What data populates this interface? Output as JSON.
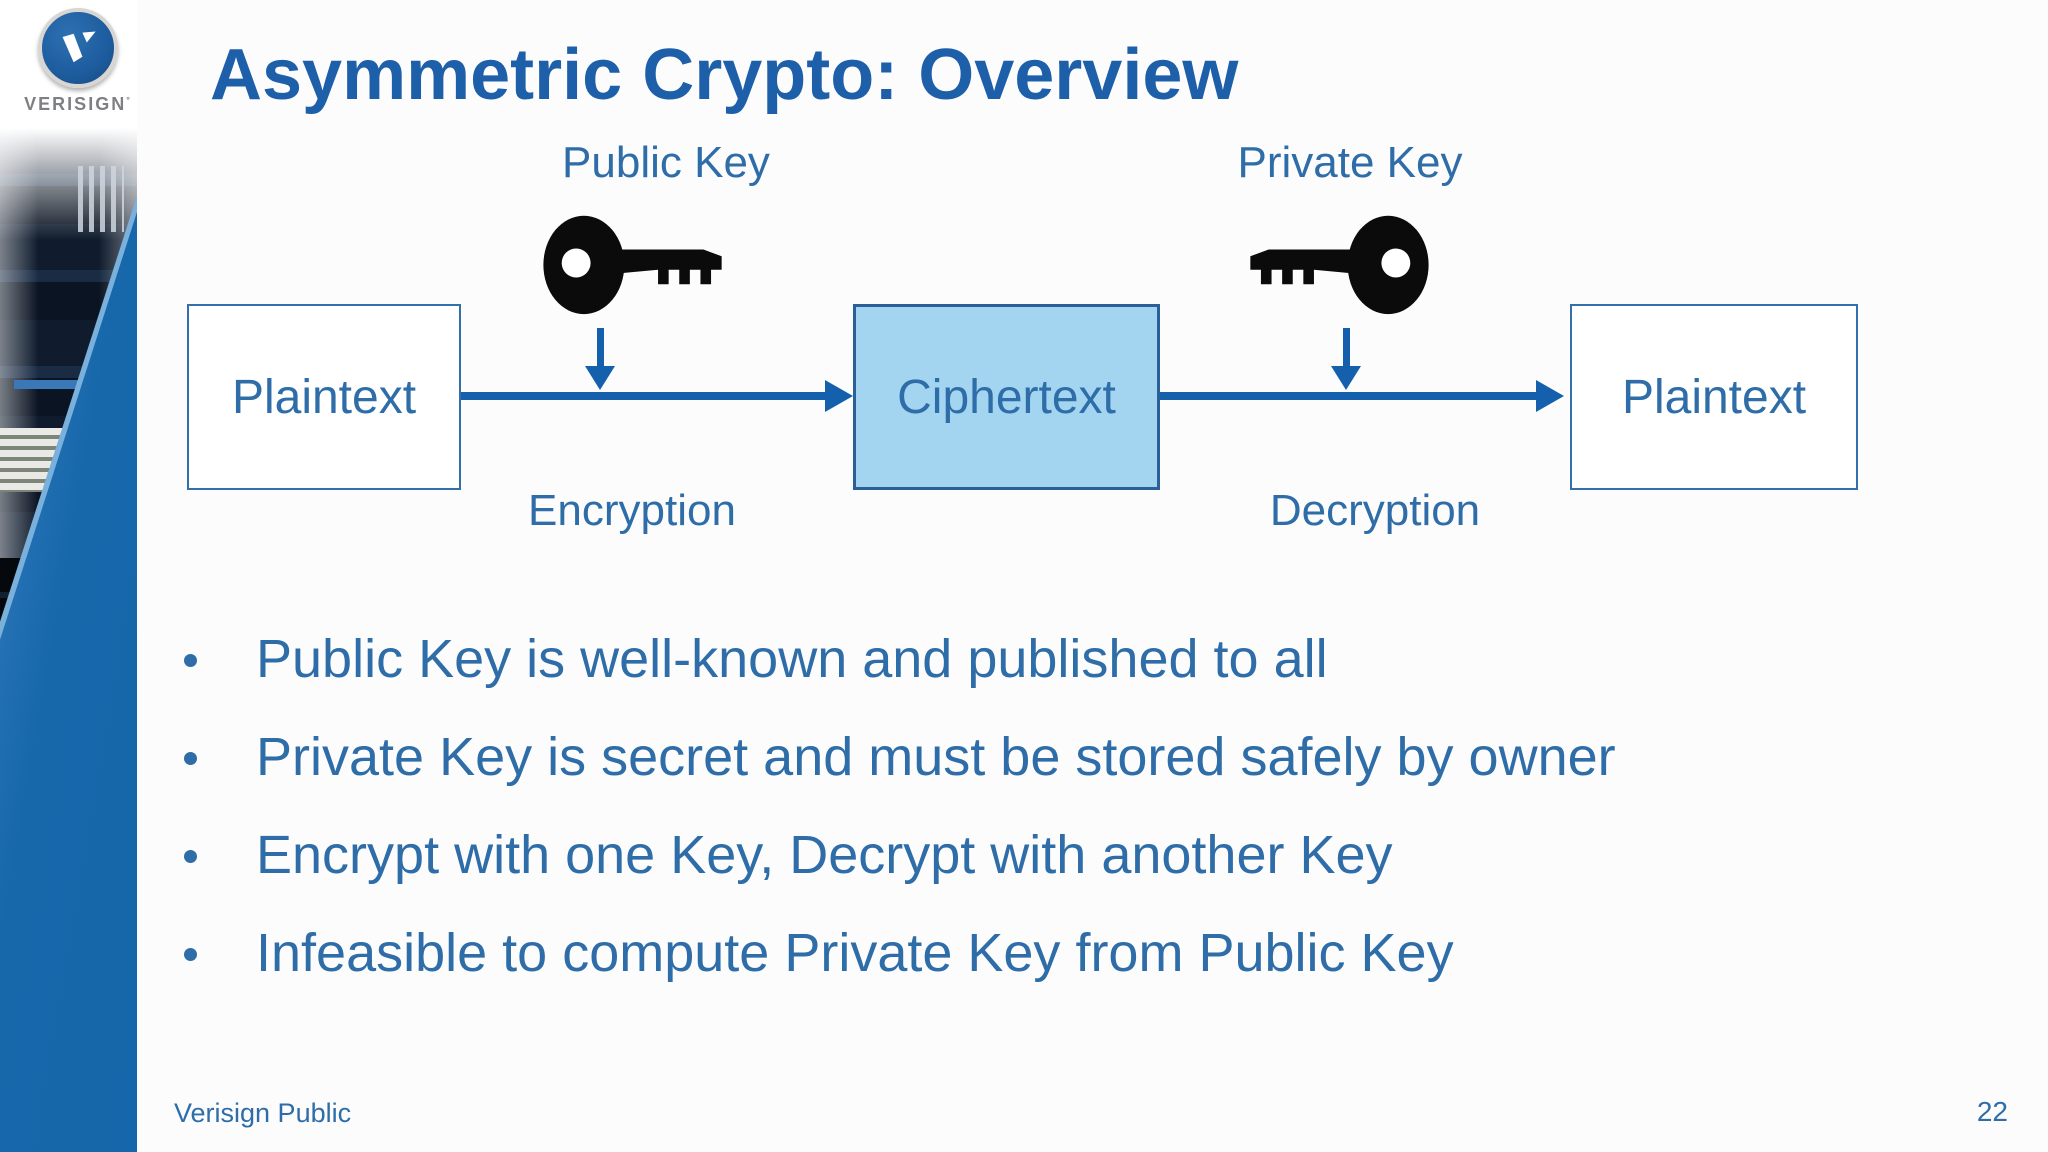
{
  "slide": {
    "title": "Asymmetric Crypto: Overview",
    "footer": "Verisign Public",
    "page_number": "22"
  },
  "logo": {
    "brand": "VERISIGN",
    "mark": "°"
  },
  "diagram": {
    "public_key_label": "Public Key",
    "private_key_label": "Private Key",
    "encryption_label": "Encryption",
    "decryption_label": "Decryption",
    "boxes": {
      "plaintext_left": "Plaintext",
      "ciphertext": "Ciphertext",
      "plaintext_right": "Plaintext"
    },
    "icons": {
      "public_key": "black key pointing right",
      "private_key": "black key pointing left (mirrored)"
    }
  },
  "bullets": {
    "items": [
      "Public Key is well-known and published to all",
      "Private Key is secret and must be stored safely by owner",
      "Encrypt with one Key, Decrypt with another Key",
      "Infeasible to compute Private Key from Public Key"
    ]
  },
  "colors": {
    "title_blue": "#1e5fa9",
    "body_blue": "#2e6da8",
    "arrow_blue": "#1560ac",
    "ciphertext_fill": "#a3d5f1",
    "ciphertext_border": "#2a6097",
    "box_border": "#336fa8",
    "strip_blue": "#1566aa",
    "logo_blue": "#1d5c9e",
    "logo_gray": "#7d7f82",
    "key_black": "#0b0b0b"
  }
}
